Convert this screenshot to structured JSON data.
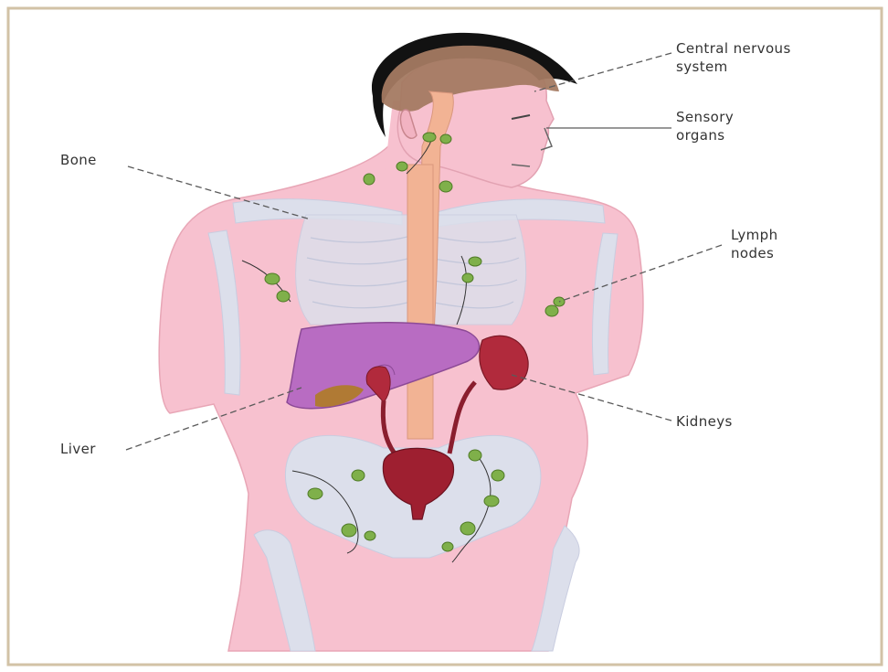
{
  "diagram": {
    "labels": {
      "cns_line1": "Central nervous",
      "cns_line2": "system",
      "sensory_line1": "Sensory",
      "sensory_line2": "organs",
      "bone": "Bone",
      "lymph_line1": "Lymph",
      "lymph_line2": "nodes",
      "liver": "Liver",
      "kidneys": "Kidneys"
    }
  },
  "colors": {
    "border": "#d2c2a6",
    "skin": "#f7c1cf",
    "bone": "#dcdfeb",
    "hair": "#121212",
    "brain": "#a47a62",
    "spinal_cord": "#f2b394",
    "liver": "#b86cc2",
    "gallbladder": "#b07a34",
    "kidney": "#b12a3c",
    "bladder": "#9e1f30",
    "lymph_node": "#7fb04a"
  }
}
